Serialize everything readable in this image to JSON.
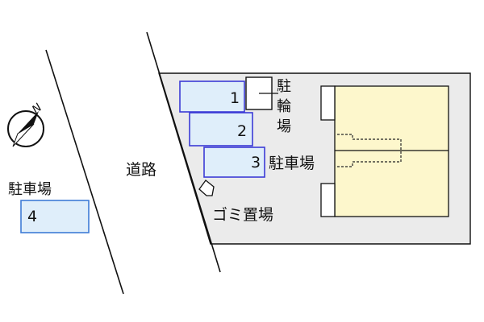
{
  "labels": {
    "road": "道路",
    "parking_main": "駐車場",
    "parking_remote": "駐車場",
    "bicycle_1": "駐",
    "bicycle_2": "輪",
    "bicycle_3": "場",
    "garbage": "ゴミ置場",
    "north": "N"
  },
  "spaces": [
    {
      "number": "1"
    },
    {
      "number": "2"
    },
    {
      "number": "3"
    },
    {
      "number": "4"
    }
  ],
  "colors": {
    "lot_fill": "#ebebeb",
    "space_fill": "#dfeefa",
    "space_border": "#3b3bd6",
    "remote_space_border": "#3f7cd6",
    "building_fill": "#fdf7cc",
    "line": "#111111",
    "dashed": "#222222"
  },
  "icons": [
    "compass-icon",
    "garbage-icon"
  ]
}
